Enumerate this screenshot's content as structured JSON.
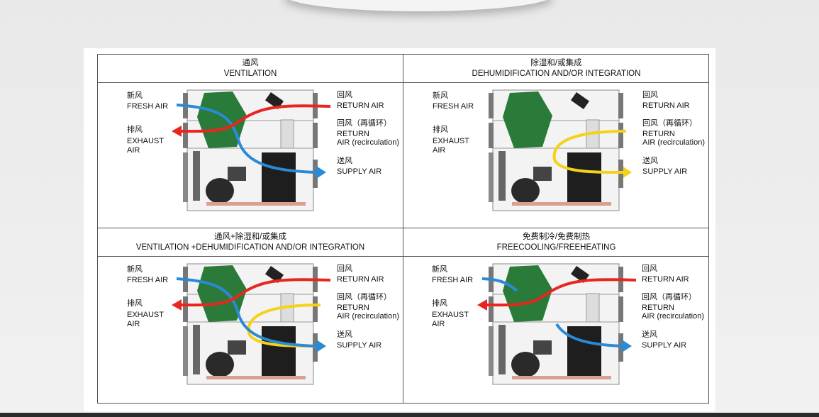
{
  "colors": {
    "fresh": "#2a8ad6",
    "return": "#e8261f",
    "recirc": "#f5d21a",
    "exchanger": "#2a7a3a"
  },
  "panels": [
    {
      "title_cn": "通风",
      "title_en": "VENTILATION",
      "flows": [
        "fresh",
        "return"
      ],
      "labels": {
        "fresh_cn": "新风",
        "fresh_en": "FRESH AIR",
        "exhaust_cn": "排风",
        "exhaust_en1": "EXHAUST",
        "exhaust_en2": "AIR",
        "return_cn": "回风",
        "return_en": "RETURN AIR",
        "recirc_cn": "回风（再循环）",
        "recirc_en1": "RETURN",
        "recirc_en2": "AIR (recirculation)",
        "supply_cn": "送风",
        "supply_en": "SUPPLY AIR"
      }
    },
    {
      "title_cn": "除湿和/或集成",
      "title_en": "DEHUMIDIFICATION AND/OR INTEGRATION",
      "flows": [
        "recirc"
      ],
      "labels": {
        "fresh_cn": "新风",
        "fresh_en": "FRESH AIR",
        "exhaust_cn": "排风",
        "exhaust_en1": "EXHAUST",
        "exhaust_en2": "AIR",
        "return_cn": "回风",
        "return_en": "RETURN AIR",
        "recirc_cn": "回风（再循环）",
        "recirc_en1": "RETURN",
        "recirc_en2": "AIR (recirculation)",
        "supply_cn": "送风",
        "supply_en": "SUPPLY AIR"
      }
    },
    {
      "title_cn": "通风+除湿和/或集成",
      "title_en": "VENTILATION +DEHUMIDIFICATION AND/OR INTEGRATION",
      "flows": [
        "fresh",
        "return",
        "recirc"
      ],
      "labels": {
        "fresh_cn": "新风",
        "fresh_en": "FRESH AIR",
        "exhaust_cn": "排风",
        "exhaust_en1": "EXHAUST",
        "exhaust_en2": "AIR",
        "return_cn": "回风",
        "return_en": "RETURN AIR",
        "recirc_cn": "回风（再循环）",
        "recirc_en1": "RETURN",
        "recirc_en2": "AIR (recirculation)",
        "supply_cn": "送风",
        "supply_en": "SUPPLY AIR"
      }
    },
    {
      "title_cn": "免费制冷/免费制热",
      "title_en": "FREECOOLING/FREEHEATING",
      "flows": [
        "fresh_bypass",
        "return"
      ],
      "labels": {
        "fresh_cn": "新风",
        "fresh_en": "FRESH AIR",
        "exhaust_cn": "排风",
        "exhaust_en1": "EXHAUST",
        "exhaust_en2": "AIR",
        "return_cn": "回风",
        "return_en": "RETURN AIR",
        "recirc_cn": "回风（再循环）",
        "recirc_en1": "RETURN",
        "recirc_en2": "AIR (recirculation)",
        "supply_cn": "送风",
        "supply_en": "SUPPLY AIR"
      }
    }
  ]
}
